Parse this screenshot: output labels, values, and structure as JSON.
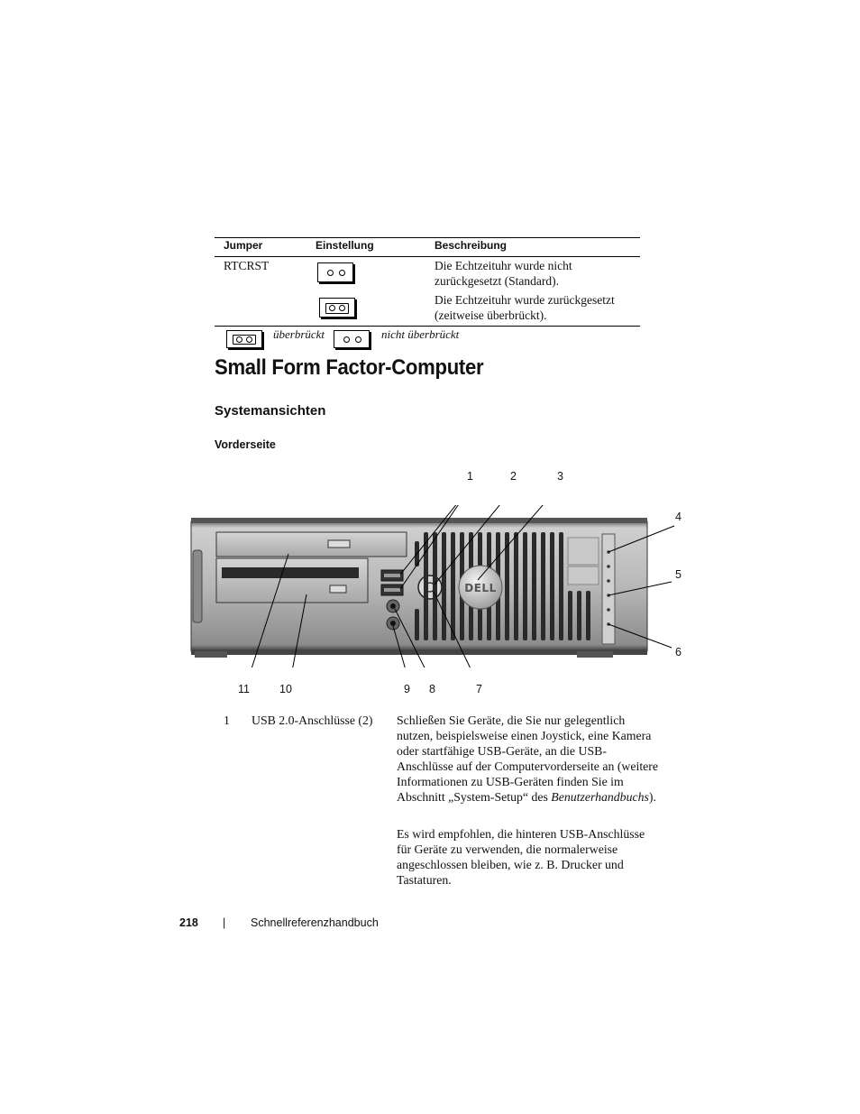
{
  "jumper_table": {
    "headers": [
      "Jumper",
      "Einstellung",
      "Beschreibung"
    ],
    "row": {
      "jumper": "RTCRST",
      "descriptions": [
        "Die Echtzeituhr wurde nicht zurückgesetzt (Standard).",
        "Die Echtzeituhr wurde zurückgesetzt (zeitweise überbrückt)."
      ]
    },
    "legend": {
      "bridged": "überbrückt",
      "not_bridged": "nicht überbrückt"
    }
  },
  "title": "Small Form Factor-Computer",
  "section": "Systemansichten",
  "subsection": "Vorderseite",
  "figure": {
    "callouts_top": [
      "1",
      "2",
      "3",
      "4",
      "5",
      "6"
    ],
    "callouts_bottom": [
      "11",
      "10",
      "9",
      "8",
      "7"
    ],
    "logo": "DELL"
  },
  "description_table": {
    "item_number": "1",
    "item_name": "USB 2.0-Anschlüsse (2)",
    "para1_text": "Schließen Sie Geräte, die Sie nur gelegentlich nutzen, beispielsweise einen Joystick, eine Kamera oder startfähige USB-Geräte, an die USB-Anschlüsse auf der Computervorderseite an (weitere Informationen zu USB-Geräten finden Sie im Abschnitt „System-Setup“ des ",
    "para1_italic": "Benutzerhandbuchs",
    "para1_end": ").",
    "para2": "Es wird empfohlen, die hinteren USB-Anschlüsse für Geräte zu verwenden, die normalerweise angeschlossen bleiben, wie z. B. Drucker und Tastaturen."
  },
  "footer": {
    "page_number": "218",
    "separator": "|",
    "doc_title": "Schnellreferenzhandbuch"
  }
}
